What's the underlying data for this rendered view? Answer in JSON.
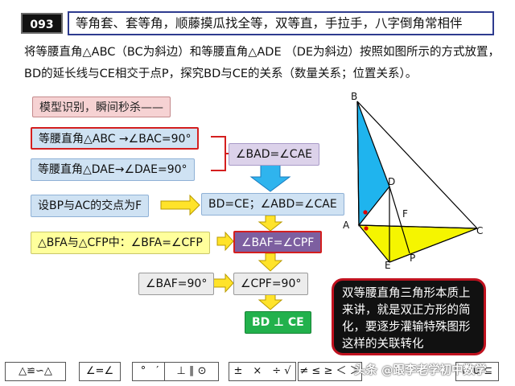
{
  "header": {
    "number": "093",
    "title": "等角套、套等角，顺藤摸瓜找全等，双等直，手拉手，八字倒角常相伴"
  },
  "problem": {
    "text": "将等腰直角△ABC（BC为斜边）和等腰直角△ADE （DE为斜边）按照如图所示的方式放置，BD的延长线与CE相交于点P，探究BD与CE的关系（数量关系；位置关系）。"
  },
  "flow": {
    "model_label": "模型识别，瞬间秒杀——",
    "fact_abc": "等腰直角△ABC →∠BAC=90°",
    "fact_dae": "等腰直角△DAE→∠DAE=90°",
    "angle_eq": "∠BAD=∠CAE",
    "congruent": "BD=CE；∠ABD=∠CAE",
    "set_f": "设BP与AC的交点为F",
    "triangles": "△BFA与△CFP中：∠BFA=∠CFP",
    "baf_cpf": "∠BAF=∠CPF",
    "baf90": "∠BAF=90°",
    "cpf90": "∠CPF=90°",
    "result": "BD ⊥ CE"
  },
  "callout": "双等腰直角三角形本质上来讲，就是双正方形的简化，要逐步灌输特殊图形这样的关联转化",
  "figure": {
    "labels": {
      "B": "B",
      "D": "D",
      "A": "A",
      "F": "F",
      "C": "C",
      "E": "E",
      "P": "P"
    },
    "colors": {
      "triangle_abd": "#1fb4ee",
      "triangle_aec": "#f5f500",
      "marker": "#e00000"
    }
  },
  "toolbar": {
    "k1": "△≌∽△",
    "k2": "∠=∠",
    "k3": "°　′",
    "k4": "⊥ ∥ ⊙",
    "k5": "±　×　÷ √",
    "k6": "≠ ≤ ≥ ＜ ＞",
    "k8": "∩ ∪ ⊆",
    "watermark": "头条 @跟李老学初中数学"
  }
}
